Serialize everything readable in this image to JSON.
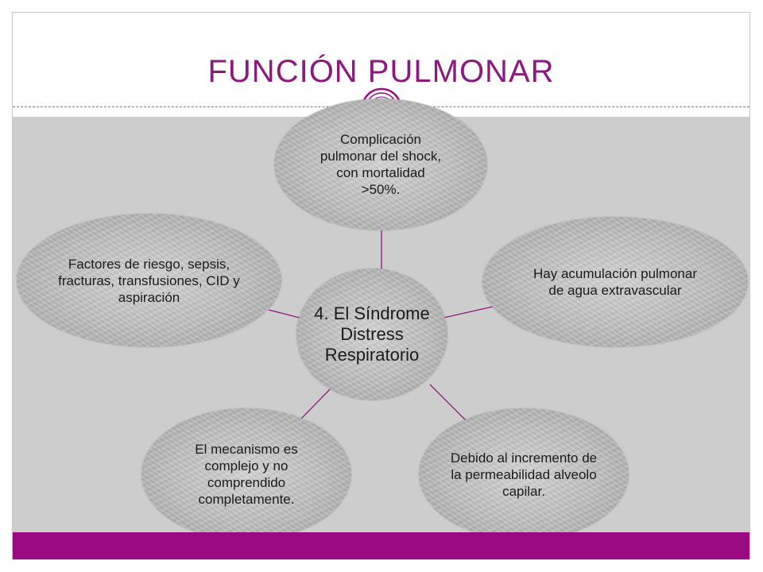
{
  "slide": {
    "title": "FUNCIÓN PULMONAR"
  },
  "colors": {
    "accent": "#9c0a82",
    "title": "#8b1a7e",
    "content_background": "#cdcdcd",
    "node_fill": "#b9b9b9",
    "connector": "#8b1a7e"
  },
  "diagram": {
    "center": "4. El Síndrome Distress Respiratorio",
    "nodes": {
      "top": "Complicación pulmonar del shock, con mortalidad >50%.",
      "right": "Hay acumulación pulmonar de agua extravascular",
      "bottom_right": "Debido al incremento de la permeabilidad alveolo capilar.",
      "bottom_left": "El mecanismo es complejo y no comprendido completamente.",
      "left": "Factores de riesgo, sepsis, fracturas, transfusiones, CID y aspiración"
    }
  }
}
